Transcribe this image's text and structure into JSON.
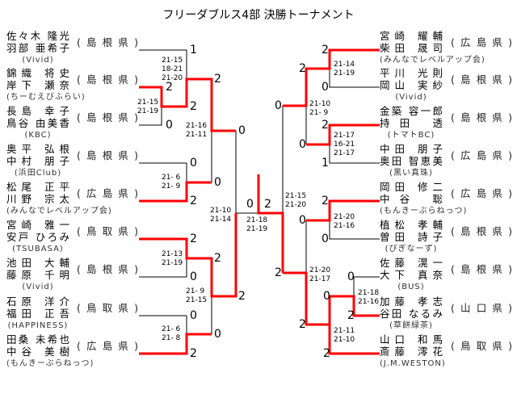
{
  "title": "フリーダブルス4部 決勝トーナメント",
  "left_teams": [
    {
      "p1": "佐々木 隆光",
      "p2": "羽部 亜希子",
      "club": "(Vivid)",
      "pref": "(島根県)"
    },
    {
      "p1": "錦織 将史",
      "p2": "岸下 瀬奈",
      "club": "(ちーむえびふらい)",
      "pref": "(島根県)"
    },
    {
      "p1": "長島 幸子",
      "p2": "鳥谷 由美香",
      "club": "(KBC)",
      "pref": "(島根県)"
    },
    {
      "p1": "奥平 弘根",
      "p2": "中村 朋子",
      "club": "(浜田Club)",
      "pref": "(島根県)"
    },
    {
      "p1": "松尾 正平",
      "p2": "川野 宗太",
      "club": "(みんなでレベルアップ会)",
      "pref": "(広島県)"
    },
    {
      "p1": "宮崎 雅一",
      "p2": "安戸 ひろみ",
      "club": "(TSUBASA)",
      "pref": "(鳥取県)"
    },
    {
      "p1": "池田 大輔",
      "p2": "藤原 千明",
      "club": "(Vivid)",
      "pref": "(島根県)"
    },
    {
      "p1": "石原 洋介",
      "p2": "福田 正吾",
      "club": "(HAPPINESS)",
      "pref": "(鳥取県)"
    },
    {
      "p1": "田桑 未希也",
      "p2": "中谷 美樹",
      "club": "(もんきーぶらねっつ)",
      "pref": "(広島県)"
    }
  ],
  "right_teams": [
    {
      "p1": "宮崎 耀輔",
      "p2": "柴田 晟司",
      "club": "(みんなでレベルアップ会)",
      "pref": "(広島県)"
    },
    {
      "p1": "平川 光則",
      "p2": "岡山 実紗",
      "club": "(Vivid)",
      "pref": "(島根県)"
    },
    {
      "p1": "金築 容一郎",
      "p2": "持田 透",
      "club": "(トマトBC)",
      "pref": "(島根県)"
    },
    {
      "p1": "中田 朋子",
      "p2": "奥田 智恵美",
      "club": "(黒い真珠)",
      "pref": "(広島県)"
    },
    {
      "p1": "岡田 修二",
      "p2": "中谷 聡",
      "club": "(もんきーぶらねっつ)",
      "pref": "(広島県)"
    },
    {
      "p1": "植松 孝輔",
      "p2": "曽田 詩子",
      "club": "(ぴぎなーず)",
      "pref": "(島根県)"
    },
    {
      "p1": "佐藤 滉一",
      "p2": "大下 真奈",
      "club": "(BUS)",
      "pref": "(島根県)"
    },
    {
      "p1": "加藤 孝志",
      "p2": "谷田 なるみ",
      "club": "(草餅緑茶)",
      "pref": "(山口県)"
    },
    {
      "p1": "山口 和馬",
      "p2": "斎藤 澪花",
      "club": "(J.M.WESTON)",
      "pref": "(鳥取県)"
    }
  ],
  "left_points": [
    "1",
    "2",
    "0",
    "2",
    "2",
    "0",
    "2",
    "0",
    "0",
    "2",
    "0",
    "2",
    "0",
    "2",
    "0",
    "2",
    "0"
  ],
  "right_points": [
    "2",
    "0",
    "2",
    "2",
    "1",
    "0",
    "0",
    "2",
    "0",
    "0",
    "0",
    "2",
    "0",
    "2",
    "2",
    "2",
    "2"
  ],
  "left_games": [
    [
      "21-15",
      "18-21",
      "21-20"
    ],
    [
      "21-15",
      "21-19"
    ],
    [
      "21-16",
      "21-11"
    ],
    [
      "21- 6",
      "21- 9"
    ],
    [
      "21-13",
      "21-19"
    ],
    [
      "21- 6",
      "21- 8"
    ],
    [
      "21- 9",
      "21-15"
    ],
    [
      "21-10",
      "21-14"
    ],
    [
      "21-18",
      "21-19"
    ]
  ],
  "right_games": [
    [
      "21-14",
      "21-19"
    ],
    [
      "21-17",
      "16-21",
      "21-17"
    ],
    [
      "21-10",
      "21- 9"
    ],
    [
      "21-20",
      "21-16"
    ],
    [
      "21-18",
      "21-16"
    ],
    [
      "21-11",
      "21-10"
    ],
    [
      "21-20",
      "21-17"
    ],
    [
      "21-15",
      "21-20"
    ]
  ],
  "colors": {
    "winner_line": "#ff0000",
    "line": "#000000"
  }
}
